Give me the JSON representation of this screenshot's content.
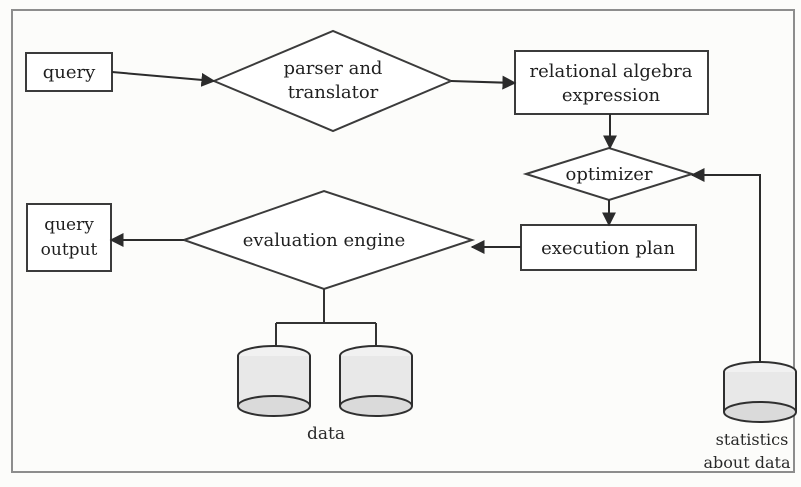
{
  "diagram": {
    "nodes": {
      "query": "query",
      "parser": [
        "parser and",
        "translator"
      ],
      "relational": [
        "relational algebra",
        "expression"
      ],
      "optimizer": "optimizer",
      "execution_plan": "execution plan",
      "evaluation_engine": "evaluation engine",
      "query_output": [
        "query",
        "output"
      ],
      "data": "data",
      "statistics": [
        "statistics",
        "about data"
      ]
    }
  }
}
